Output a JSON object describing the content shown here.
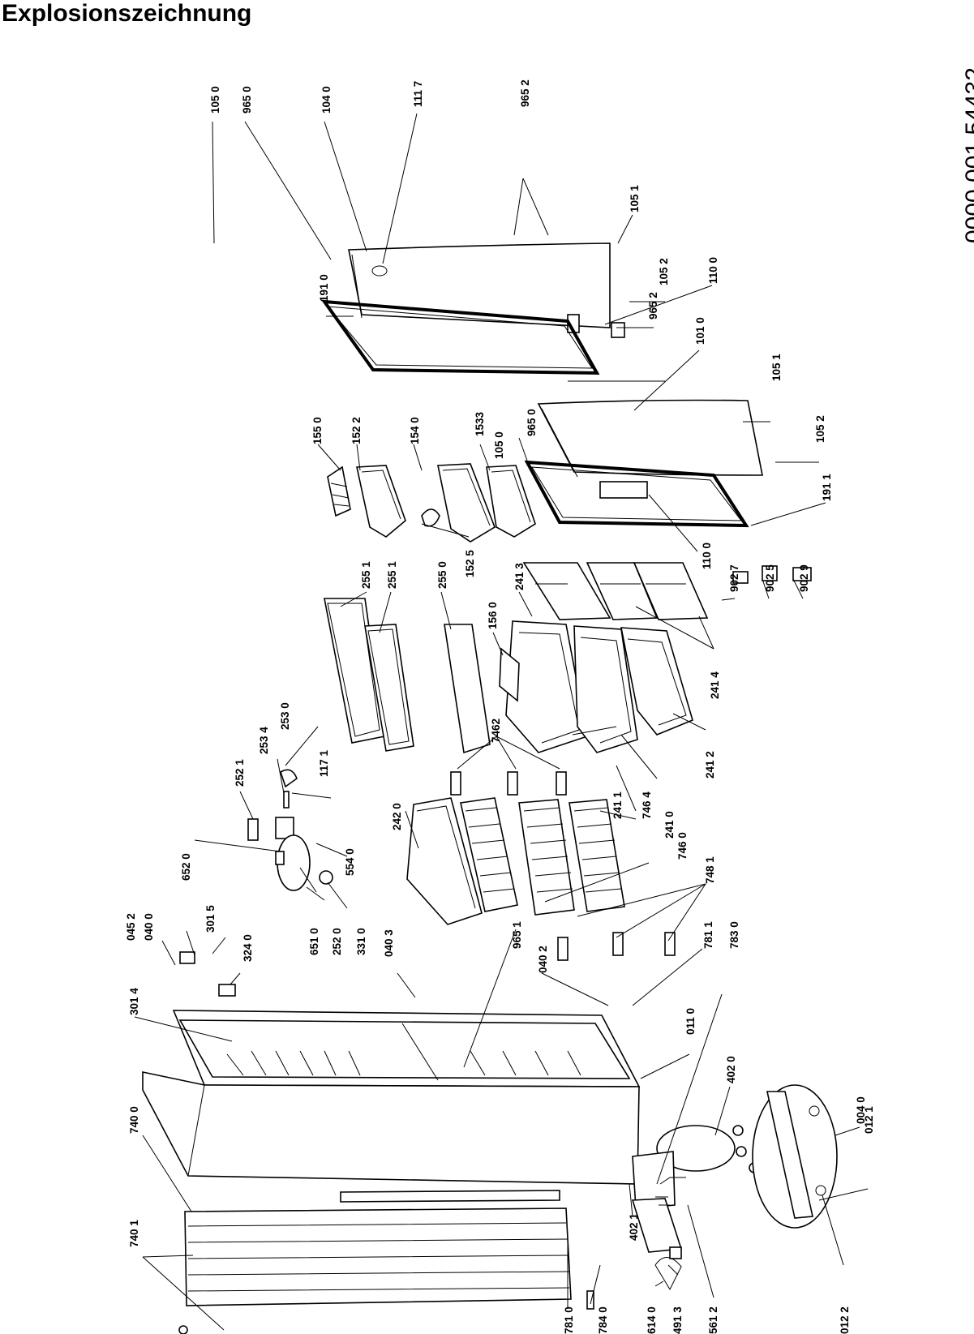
{
  "title": "Explosionszeichnung",
  "document_number": "0000 001 54432",
  "parts": [
    {
      "ref": "105 0"
    },
    {
      "ref": "965 0"
    },
    {
      "ref": "104 0"
    },
    {
      "ref": "111 7"
    },
    {
      "ref": "965 2"
    },
    {
      "ref": "105 1"
    },
    {
      "ref": "105 2"
    },
    {
      "ref": "110 0"
    },
    {
      "ref": "965 2"
    },
    {
      "ref": "101 0"
    },
    {
      "ref": "105 1"
    },
    {
      "ref": "191 0"
    },
    {
      "ref": "155 0"
    },
    {
      "ref": "152 2"
    },
    {
      "ref": "154 0"
    },
    {
      "ref": "1533"
    },
    {
      "ref": "105 0"
    },
    {
      "ref": "965 0"
    },
    {
      "ref": "105 2"
    },
    {
      "ref": "191 1"
    },
    {
      "ref": "255 1"
    },
    {
      "ref": "255 1"
    },
    {
      "ref": "255 0"
    },
    {
      "ref": "152 5"
    },
    {
      "ref": "241 3"
    },
    {
      "ref": "156 0"
    },
    {
      "ref": "110 0"
    },
    {
      "ref": "902 7"
    },
    {
      "ref": "902 5"
    },
    {
      "ref": "902 9"
    },
    {
      "ref": "241 4"
    },
    {
      "ref": "252 1"
    },
    {
      "ref": "253 4"
    },
    {
      "ref": "253 0"
    },
    {
      "ref": "117 1"
    },
    {
      "ref": "7462"
    },
    {
      "ref": "241 1"
    },
    {
      "ref": "746 4"
    },
    {
      "ref": "241 0"
    },
    {
      "ref": "241 2"
    },
    {
      "ref": "652 0"
    },
    {
      "ref": "554 0"
    },
    {
      "ref": "242 0"
    },
    {
      "ref": "746 0"
    },
    {
      "ref": "748 1"
    },
    {
      "ref": "045 2"
    },
    {
      "ref": "040 0"
    },
    {
      "ref": "301 5"
    },
    {
      "ref": "324 0"
    },
    {
      "ref": "651 0"
    },
    {
      "ref": "252 0"
    },
    {
      "ref": "331 0"
    },
    {
      "ref": "040 3"
    },
    {
      "ref": "965 1"
    },
    {
      "ref": "040 2"
    },
    {
      "ref": "781 1"
    },
    {
      "ref": "783 0"
    },
    {
      "ref": "301 4"
    },
    {
      "ref": "011 0"
    },
    {
      "ref": "402 0"
    },
    {
      "ref": "004 0"
    },
    {
      "ref": "012 1"
    },
    {
      "ref": "740 0"
    },
    {
      "ref": "740 1"
    },
    {
      "ref": "781 0"
    },
    {
      "ref": "784 0"
    },
    {
      "ref": "402 1"
    },
    {
      "ref": "614 0"
    },
    {
      "ref": "491 3"
    },
    {
      "ref": "561 2"
    },
    {
      "ref": "012 2"
    }
  ]
}
